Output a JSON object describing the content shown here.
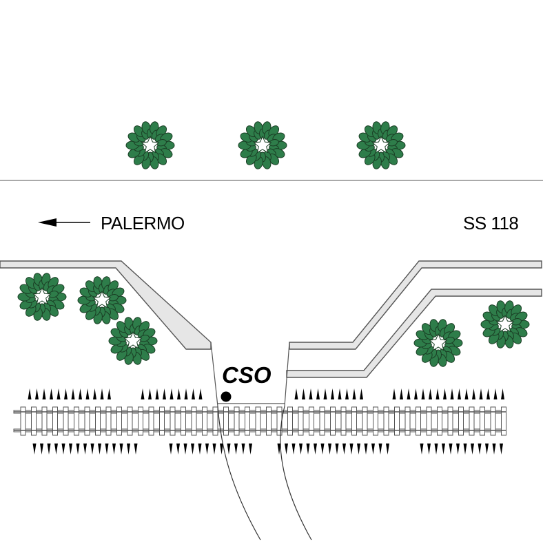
{
  "labels": {
    "direction_city": "PALERMO",
    "road_name": "SS 118",
    "station": "CSO"
  },
  "colors": {
    "tree_fill": "#2e7d4a",
    "tree_outline": "#1a3d24",
    "road_fill": "#e6e6e6",
    "line": "#555555",
    "text": "#000000"
  },
  "icons": {
    "tree": "tree-icon",
    "arrow": "arrow-left-icon",
    "station_marker": "station-dot-icon",
    "grass": "grass-tuft-icon",
    "railway": "railway-track"
  }
}
